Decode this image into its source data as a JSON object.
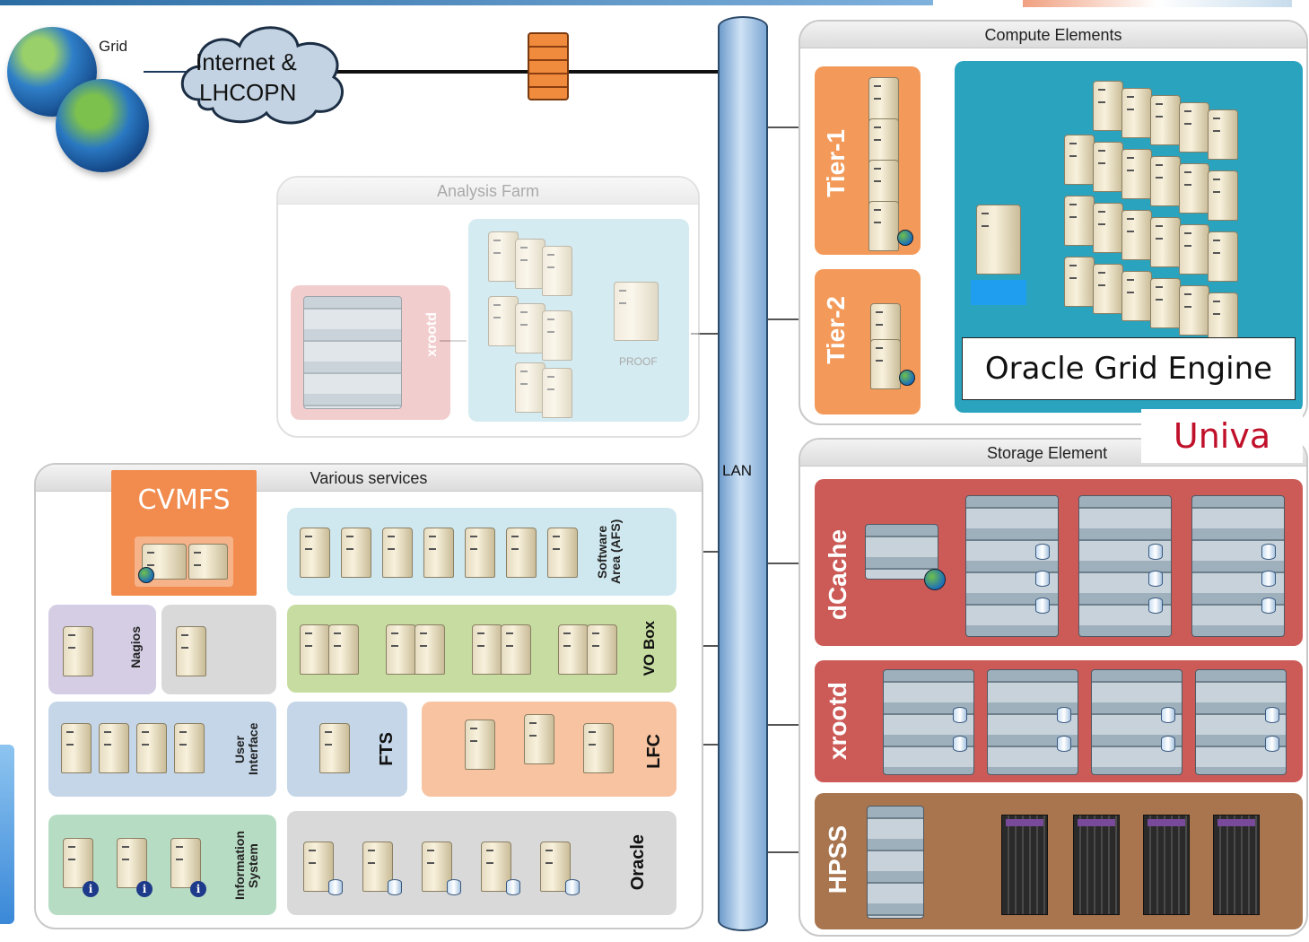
{
  "grid": {
    "label": "Grid"
  },
  "cloud": {
    "label_line1": "Internet &",
    "label_line2": "LHCOPN"
  },
  "lan": {
    "label": "LAN"
  },
  "analysis_farm": {
    "title": "Analysis Farm",
    "xrootd_label": "xrootd",
    "proof_label": "PROOF"
  },
  "compute_elements": {
    "title": "Compute Elements",
    "tier1_label": "Tier-1",
    "tier2_label": "Tier-2",
    "scheduler_label": "Oracle Grid Engine",
    "replacement_label": "Univa"
  },
  "storage_element": {
    "title": "Storage Element",
    "dcache_label": "dCache",
    "xrootd_label": "xrootd",
    "hpss_label": "HPSS"
  },
  "various_services": {
    "title": "Various services",
    "cvmfs_label": "CVMFS",
    "software_area_label": "Software Area (AFS)",
    "vobox_label": "VO Box",
    "nagios_label": "Nagios",
    "user_interface_label": "User Interface",
    "fts_label": "FTS",
    "lfc_label": "LFC",
    "information_system_label": "Information System",
    "oracle_label": "Oracle"
  },
  "colors": {
    "orange": "#f39a5a",
    "cvmfs_orange": "#f28c4e",
    "teal": "#2aa3bf",
    "storage_red": "#cc5b58",
    "hpss_brown": "#a8754e",
    "univa_red": "#c0102a",
    "lan_blue": "#9ec2e6"
  }
}
